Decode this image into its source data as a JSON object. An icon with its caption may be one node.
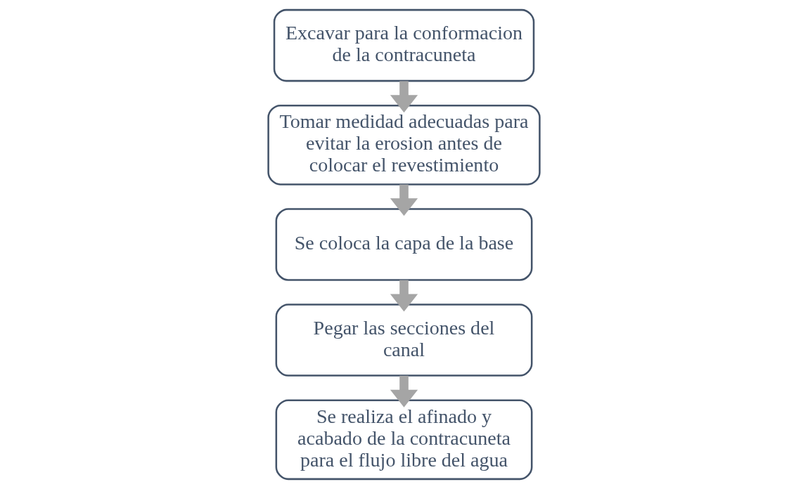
{
  "diagram": {
    "nodes": [
      {
        "text": [
          "Excavar para la conformacion de la contracuneta"
        ]
      },
      {
        "text": [
          "Tomar medidad adecuadas para evitar la erosion antes de colocar el revestimiento"
        ]
      },
      {
        "text": [
          "Se coloca la capa de la base"
        ]
      },
      {
        "text": [
          "Pegar las secciones del canal"
        ]
      },
      {
        "text": [
          "Se realiza el afinado y acabado de la contracuneta para el flujo libre del agua"
        ]
      }
    ],
    "edges": [
      {
        "from": 0,
        "to": 1,
        "arrow": "to"
      },
      {
        "from": 1,
        "to": 2,
        "arrow": "to"
      },
      {
        "from": 2,
        "to": 3,
        "arrow": "to"
      },
      {
        "from": 3,
        "to": 4,
        "arrow": "to"
      }
    ]
  }
}
